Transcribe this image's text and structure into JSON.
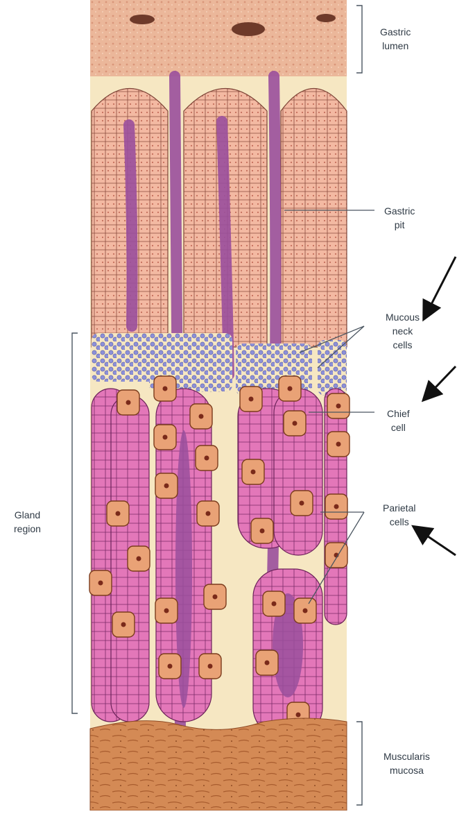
{
  "labels": {
    "gastric_lumen": [
      "Gastric",
      "lumen"
    ],
    "gastric_pit": [
      "Gastric",
      "pit"
    ],
    "mucous_neck_cells": [
      "Mucous",
      "neck",
      "cells"
    ],
    "chief_cell": [
      "Chief",
      "cell"
    ],
    "parietal_cells": [
      "Parietal",
      "cells"
    ],
    "gland_region": [
      "Gland",
      "region"
    ],
    "muscularis_mucosa": [
      "Muscularis",
      "mucosa"
    ]
  },
  "colors": {
    "lumen": "#e9b293",
    "lamina": "#f6e7c2",
    "pit_epithelium": "#f2b7a0",
    "gland_epithelium": "#e474b8",
    "gland_lumen": "#9a4f9c",
    "mucous_cells": "#8a8fd6",
    "parietal_cell": "#e9a276",
    "muscularis": "#d58a55",
    "line": "#4a5560",
    "arrow": "#111111"
  }
}
